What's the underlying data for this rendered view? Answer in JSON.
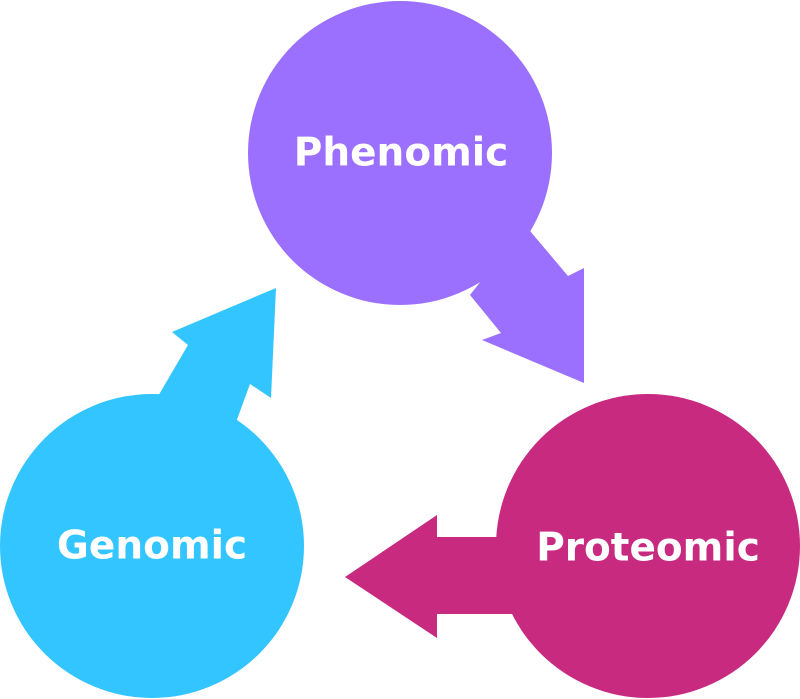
{
  "nodes": {
    "phenomic": {
      "label": "Phenomic",
      "color": "#9B70FF"
    },
    "proteomic": {
      "label": "Proteomic",
      "color": "#C82A80"
    },
    "genomic": {
      "label": "Genomic",
      "color": "#33C5FF"
    }
  },
  "flow": [
    "Phenomic",
    "Proteomic",
    "Genomic"
  ]
}
